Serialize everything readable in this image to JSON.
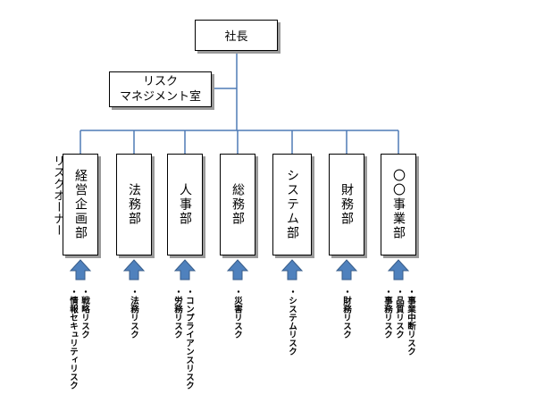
{
  "colors": {
    "line": "#4f7bb5",
    "arrow": "#4f81bd",
    "arrow_stroke": "#385d8a",
    "shadow": "#9a9a9a"
  },
  "president": "社長",
  "risk_office": {
    "line1": "リスク",
    "line2": "マネジメント室"
  },
  "risk_owner_label": "リスクオーナー",
  "departments": [
    {
      "name": "経営企画部",
      "risks": [
        "・戦略リスク",
        "・情報セキュリティリスク"
      ]
    },
    {
      "name": "法務部",
      "risks": [
        "・法務リスク"
      ]
    },
    {
      "name": "人事部",
      "risks": [
        "・コンプライアンスリスク",
        "・労務リスク"
      ]
    },
    {
      "name": "総務部",
      "risks": [
        "・災害リスク"
      ]
    },
    {
      "name": "システム部",
      "risks": [
        "・システムリスク"
      ]
    },
    {
      "name": "財務部",
      "risks": [
        "・財務リスク"
      ]
    },
    {
      "name": "〇〇事業部",
      "risks": [
        "・事業中断リスク",
        "・品質リスク",
        "・事務リスク"
      ]
    }
  ]
}
